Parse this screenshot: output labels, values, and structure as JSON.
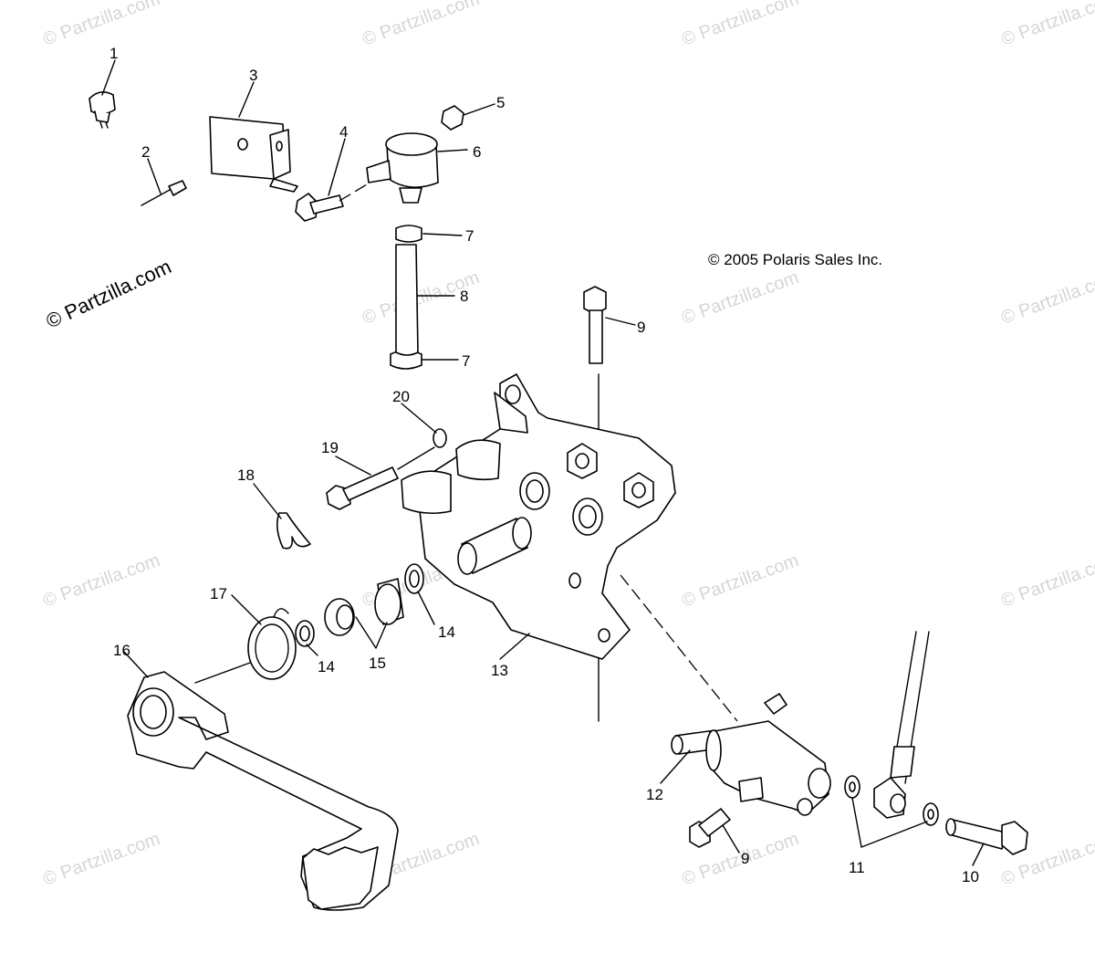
{
  "copyright": "© 2005 Polaris Sales Inc.",
  "watermark": "© Partzilla.com",
  "brand_watermark": "© Partzilla.com",
  "callouts": [
    "1",
    "2",
    "3",
    "4",
    "5",
    "6",
    "7",
    "7",
    "8",
    "9",
    "20",
    "19",
    "18",
    "17",
    "16",
    "15",
    "14",
    "14",
    "13",
    "12",
    "9",
    "11",
    "10"
  ]
}
